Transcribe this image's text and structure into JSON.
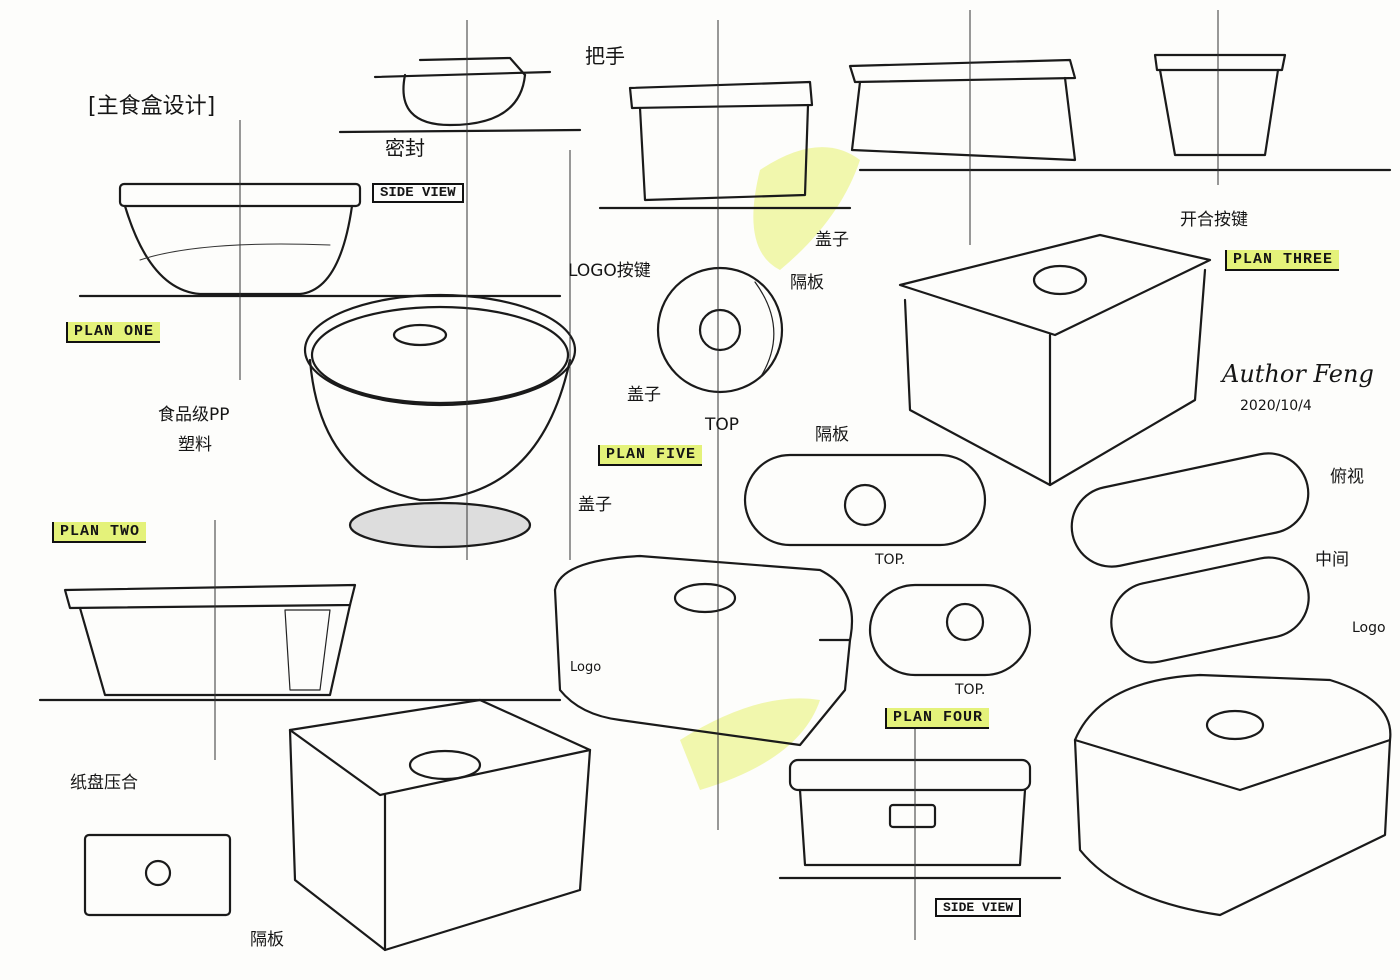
{
  "title": "[主食盒设计]",
  "labels": {
    "handle": "把手",
    "seal": "密封",
    "side_view_1": "SIDE VIEW",
    "plan_one": "PLAN ONE",
    "logo_button": "LOGO按键",
    "divider_1": "隔板",
    "lid_1": "盖子",
    "material_1": "食品级PP",
    "material_2": "塑料",
    "top_1": "TOP",
    "plan_five": "PLAN FIVE",
    "plan_two": "PLAN TWO",
    "paper_press": "纸盘压合",
    "divider_2": "隔板",
    "lid_2": "盖子",
    "divider_3": "隔板",
    "plan_three": "PLAN THREE",
    "button_top": "开合按键",
    "top_view": "俯视",
    "middle": "中间",
    "top_2": "TOP.",
    "top_3": "TOP.",
    "plan_four": "PLAN FOUR",
    "side_view_2": "SIDE VIEW",
    "logo_1": "Logo",
    "logo_2": "Logo",
    "lid_3": "盖子"
  },
  "signature": {
    "name": "Author Feng",
    "date": "2020/10/4"
  },
  "colors": {
    "ink": "#1a1a1a",
    "highlight": "#e4f27a",
    "paper": "#fdfdfb"
  }
}
